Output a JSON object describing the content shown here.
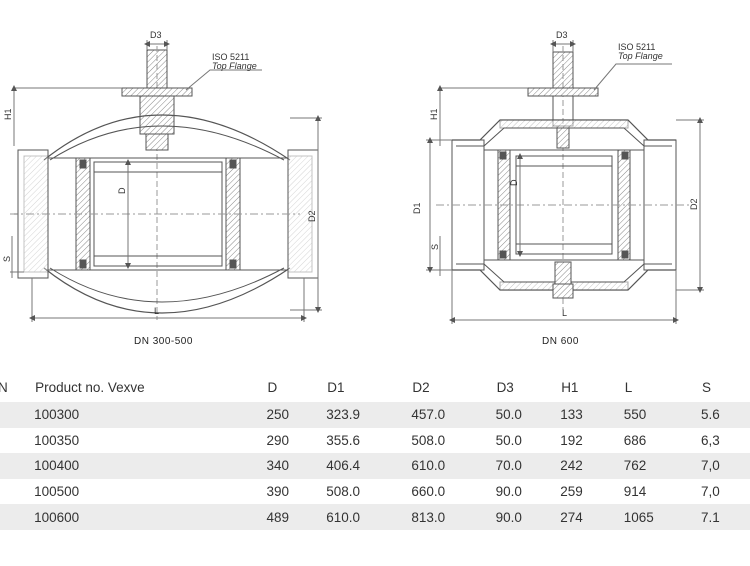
{
  "drawing_left": {
    "caption": "DN 300-500",
    "labels": {
      "d3": "D3",
      "flange_1": "ISO 5211",
      "flange_2": "Top Flange",
      "h1": "H1",
      "d": "D",
      "d2": "D2",
      "s": "S",
      "l": "L"
    }
  },
  "drawing_right": {
    "caption": "DN 600",
    "labels": {
      "d3": "D3",
      "flange_1": "ISO 5211",
      "flange_2": "Top Flange",
      "h1": "H1",
      "d1": "D1",
      "d": "D",
      "d2": "D2",
      "s": "S",
      "l": "L"
    }
  },
  "table": {
    "headers": [
      "N",
      "Product no. Vexve",
      "D",
      "D1",
      "D2",
      "D3",
      "H1",
      "L",
      "S"
    ],
    "rows": [
      [
        "",
        "100300",
        "250",
        "323.9",
        "457.0",
        "50.0",
        "133",
        "550",
        "5.6"
      ],
      [
        "",
        "100350",
        "290",
        "355.6",
        "508.0",
        "50.0",
        "192",
        "686",
        "6,3"
      ],
      [
        "",
        "100400",
        "340",
        "406.4",
        "610.0",
        "70.0",
        "242",
        "762",
        "7,0"
      ],
      [
        "",
        "100500",
        "390",
        "508.0",
        "660.0",
        "90.0",
        "259",
        "914",
        "7,0"
      ],
      [
        "",
        "100600",
        "489",
        "610.0",
        "813.0",
        "90.0",
        "274",
        "1065",
        "7.1"
      ]
    ]
  }
}
